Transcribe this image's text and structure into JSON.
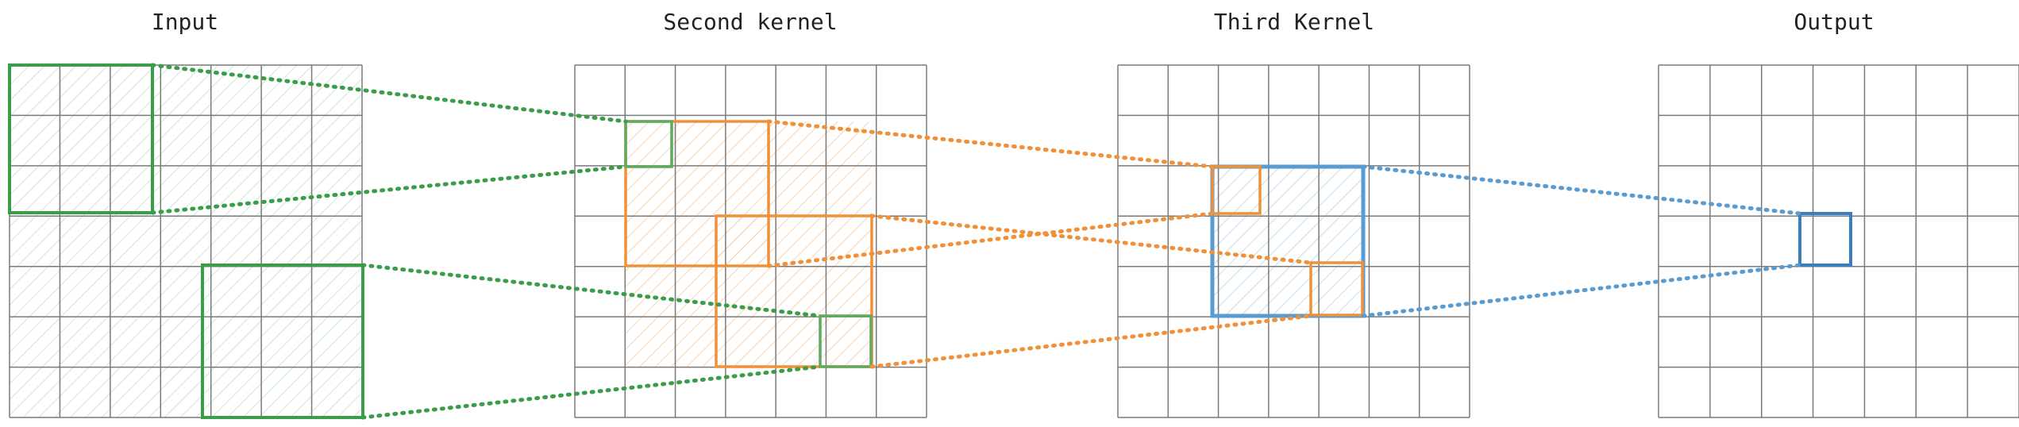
{
  "panels": [
    {
      "title": "Input"
    },
    {
      "title": "Second kernel"
    },
    {
      "title": "Third Kernel"
    },
    {
      "title": "Output"
    }
  ],
  "colors": {
    "green": "#3a9d4a",
    "orange": "#f0913a",
    "blue": "#3a7dc0",
    "blue_light": "#5a9bd0",
    "hatch_green": "#bfe3c3",
    "hatch_orange": "#f7c9a0",
    "hatch_blue": "#b5d5ee",
    "grid": "#7a7a7a"
  },
  "grid": {
    "rows": 7,
    "cols": 7
  }
}
